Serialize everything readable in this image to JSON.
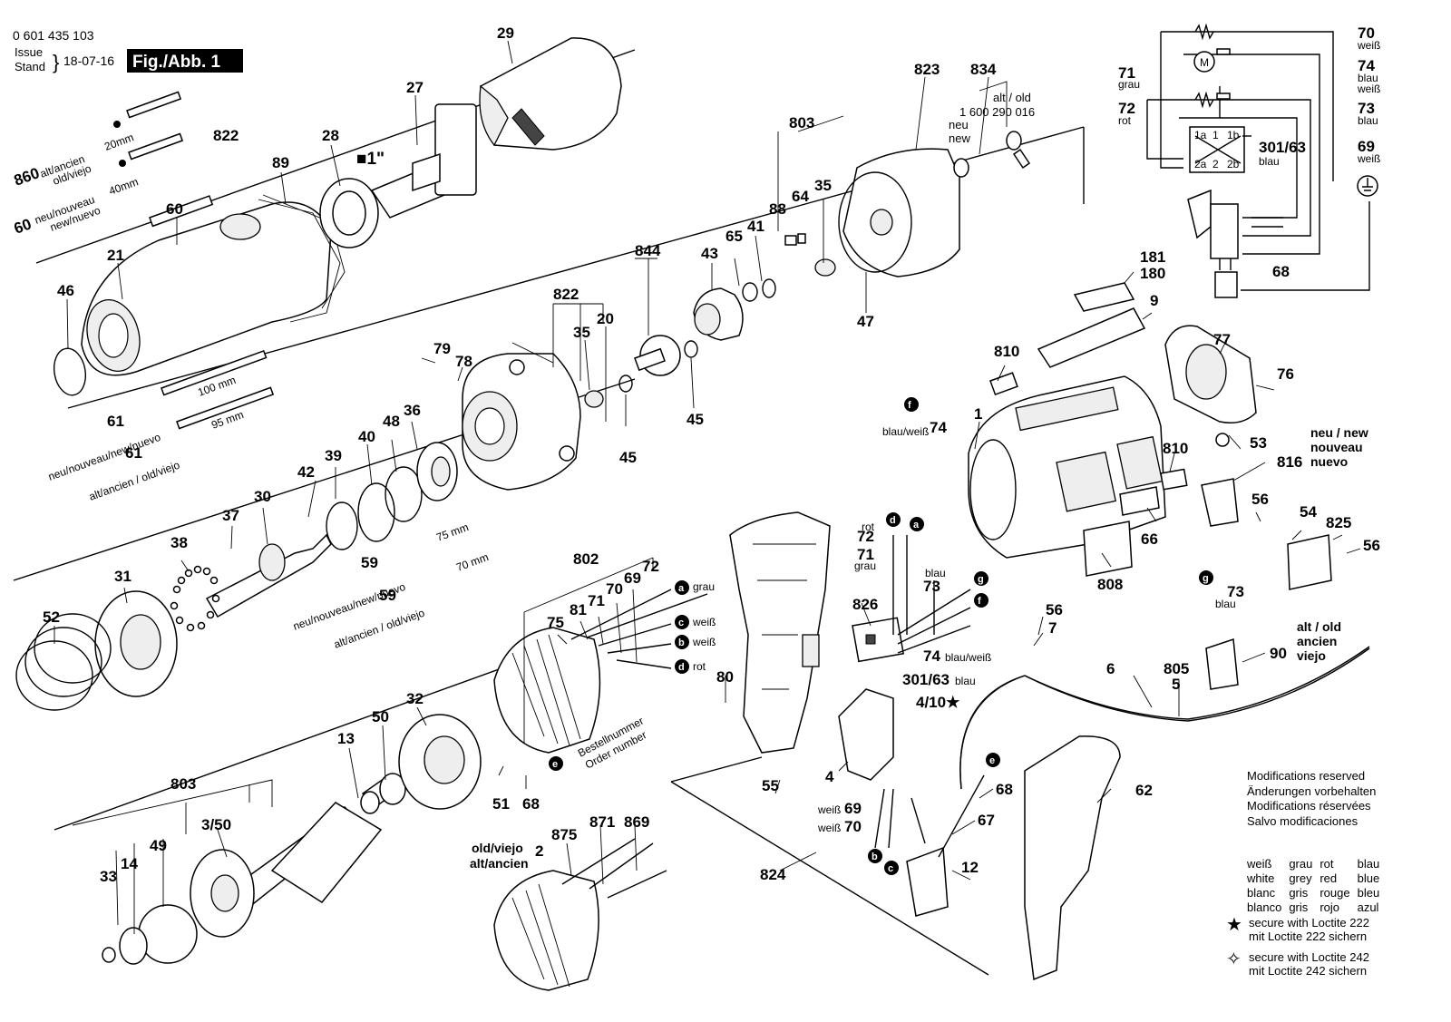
{
  "header": {
    "doc_number": "0 601 435 103",
    "issue_label_1": "Issue",
    "issue_label_2": "Stand",
    "issue_date": "18-07-16",
    "figure_label": "Fig./Abb. 1"
  },
  "parts": {
    "p29": "29",
    "p27": "27",
    "p28": "28",
    "p1in": "■1\"",
    "p822a": "822",
    "p89": "89",
    "p60": "60",
    "p21": "21",
    "p46": "46",
    "p860": "860",
    "p60b": "60",
    "p803a": "803",
    "p823": "823",
    "p834": "834",
    "p88": "88",
    "p64": "64",
    "p35a": "35",
    "p47": "47",
    "p844": "844",
    "p43": "43",
    "p65": "65",
    "p41": "41",
    "p45a": "45",
    "p45b": "45",
    "p822b": "822",
    "p35b": "35",
    "p20": "20",
    "p79": "79",
    "p78": "78",
    "p61a": "61",
    "p61b": "61",
    "p42": "42",
    "p39": "39",
    "p40": "40",
    "p48": "48",
    "p36": "36",
    "p37": "37",
    "p30": "30",
    "p38": "38",
    "p31": "31",
    "p52": "52",
    "p59a": "59",
    "p59b": "59",
    "p802": "802",
    "p75": "75",
    "p81": "81",
    "p71": "71",
    "p70": "70",
    "p69": "69",
    "p72": "72",
    "p32": "32",
    "p50": "50",
    "p13": "13",
    "p803b": "803",
    "p350": "3/50",
    "p49": "49",
    "p14": "14",
    "p33": "33",
    "p51": "51",
    "p68a": "68",
    "p875": "875",
    "p871": "871",
    "p869": "869",
    "p2": "2",
    "p80": "80",
    "p55": "55",
    "p824": "824",
    "p826": "826",
    "p72b": "72",
    "p71b": "71",
    "p73b": "73",
    "p74b": "74",
    "p30163b": "301/63",
    "p410": "4/10★",
    "p4": "4",
    "p69b": "69",
    "p70b": "70",
    "p67": "67",
    "p68b": "68",
    "p12": "12",
    "p62": "62",
    "p56a": "56",
    "p7": "7",
    "p6": "6",
    "p805": "805",
    "p5": "5",
    "p90": "90",
    "p181": "181",
    "p180": "180",
    "p9": "9",
    "p810a": "810",
    "p74a": "74",
    "p1": "1",
    "p77": "77",
    "p76": "76",
    "p53": "53",
    "p816": "816",
    "p810b": "810",
    "p66": "66",
    "p808": "808",
    "p56b": "56",
    "p54": "54",
    "p825": "825",
    "p56c": "56",
    "p73a": "73",
    "w70": "70",
    "w74": "74",
    "w73": "73",
    "w69": "69",
    "w71": "71",
    "w72": "72",
    "w30163": "301/63",
    "w68": "68",
    "c1a": "1a",
    "c1": "1",
    "c1b": "1b",
    "c2a": "2a",
    "c2": "2",
    "c2b": "2b"
  },
  "labels": {
    "alt_ancien": "alt/ancien",
    "old_viejo": "old/viejo",
    "mm20": "20mm",
    "neu_nouveau": "neu/nouveau",
    "new_nuevo": "new/nuevo",
    "mm40": "40mm",
    "mm100": "100 mm",
    "mm95": "95 mm",
    "mm75": "75 mm",
    "mm70": "70 mm",
    "neu_new_nuevo_long": "neu/nouveau/new/nuevo",
    "alt_old_viejo_long": "alt/ancien / old/viejo",
    "alt_old_top": "alt / old",
    "alt_old_num": "1 600 290 016",
    "neu": "neu",
    "new": "new",
    "bestell": "Bestellnummer",
    "order": "Order number",
    "old_viejo2": "old/viejo",
    "alt_ancien2": "alt/ancien",
    "grau": "grau",
    "weiss": "weiß",
    "blau": "blau",
    "rot": "rot",
    "blau_weiss": "blau/weiß",
    "neu_new_r": "neu / new",
    "nouveau_r": "nouveau",
    "nuevo_r": "nuevo",
    "alt_old_r": "alt / old",
    "ancien_r": "ancien",
    "viejo_r": "viejo"
  },
  "markers": {
    "a": "a",
    "b": "b",
    "c": "c",
    "d": "d",
    "e": "e",
    "f": "f",
    "g": "g"
  },
  "notes": {
    "line1": "Modifications reserved",
    "line2": "Änderungen vorbehalten",
    "line3": "Modifications réservées",
    "line4": "Salvo modificaciones"
  },
  "color_table": [
    [
      "weiß",
      "grau",
      "rot",
      "blau"
    ],
    [
      "white",
      "grey",
      "red",
      "blue"
    ],
    [
      "blanc",
      "gris",
      "rouge",
      "bleu"
    ],
    [
      "blanco",
      "gris",
      "rojo",
      "azul"
    ]
  ],
  "loctite": {
    "l222_sym": "★",
    "l222_1": "secure with Loctite 222",
    "l222_2": "mit Loctite 222 sichern",
    "l242_sym": "✧",
    "l242_1": "secure with Loctite 242",
    "l242_2": "mit Loctite 242 sichern"
  }
}
